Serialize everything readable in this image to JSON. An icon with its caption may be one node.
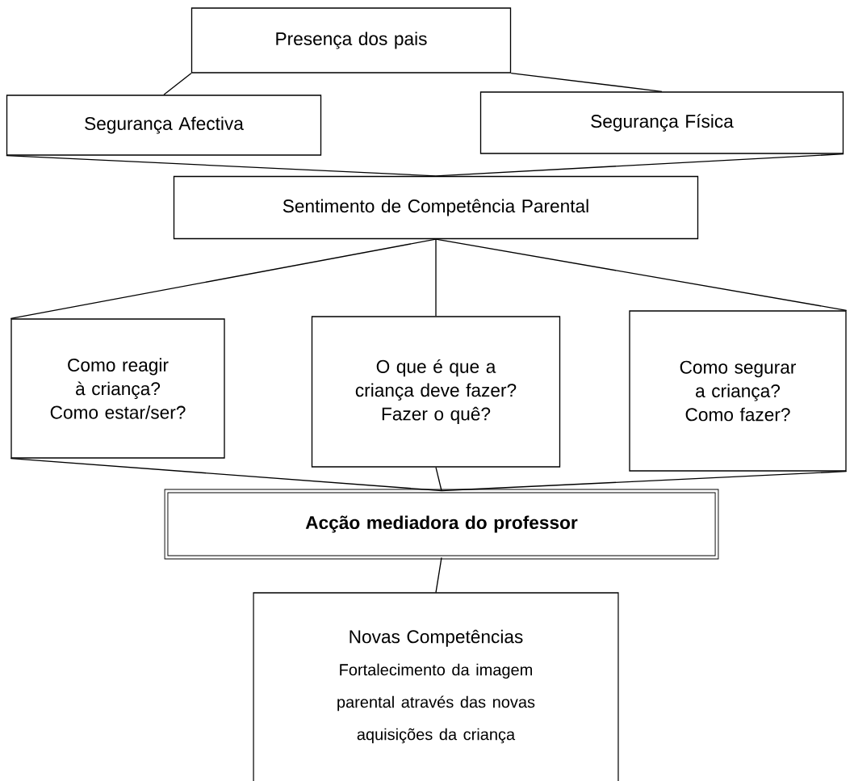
{
  "diagram": {
    "nodes": [
      {
        "text": [
          "Presença dos pais"
        ]
      },
      {
        "text": [
          "Segurança Afectiva"
        ]
      },
      {
        "text": [
          "Segurança Física"
        ]
      },
      {
        "text": [
          "Sentimento de Competência Parental"
        ]
      },
      {
        "text": [
          "Como reagir à criança?",
          "Como estar/ser?"
        ]
      },
      {
        "text": [
          "O que é que a criança deve fazer?",
          "Fazer o quê?"
        ]
      },
      {
        "text": [
          "Como segurar a criança?",
          "Como fazer?"
        ]
      },
      {
        "text": [
          "Acção mediadora do professor"
        ]
      },
      {
        "text": [
          "Novas Competências",
          "Fortalecimento da imagem parental através das novas aquisições da criança"
        ]
      }
    ],
    "edges": [
      {
        "from": 0,
        "to": 1,
        "arrow": "none"
      },
      {
        "from": 0,
        "to": 2,
        "arrow": "none"
      },
      {
        "from": 1,
        "to": 3,
        "arrow": "none"
      },
      {
        "from": 2,
        "to": 3,
        "arrow": "none"
      },
      {
        "from": 3,
        "to": 4,
        "arrow": "none"
      },
      {
        "from": 3,
        "to": 5,
        "arrow": "none"
      },
      {
        "from": 3,
        "to": 6,
        "arrow": "none"
      },
      {
        "from": 4,
        "to": 7,
        "arrow": "none"
      },
      {
        "from": 5,
        "to": 7,
        "arrow": "none"
      },
      {
        "from": 6,
        "to": 7,
        "arrow": "none"
      },
      {
        "from": 7,
        "to": 8,
        "arrow": "none"
      }
    ]
  }
}
